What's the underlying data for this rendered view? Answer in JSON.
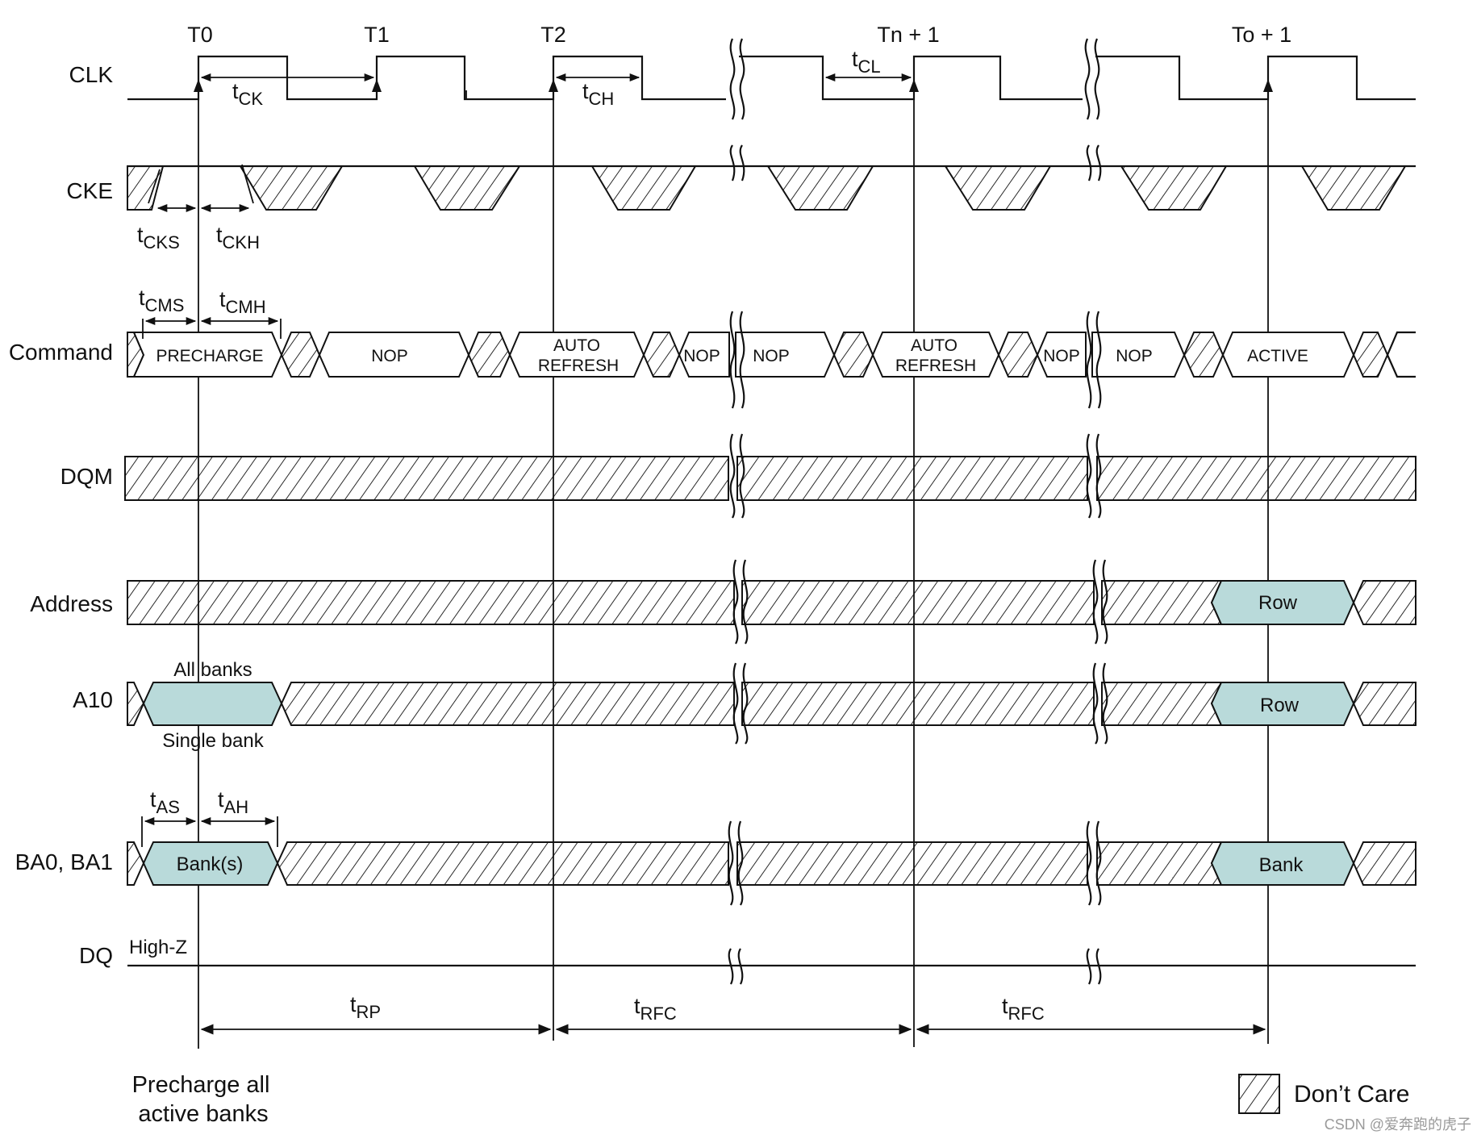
{
  "signals": {
    "clk": "CLK",
    "cke": "CKE",
    "command": "Command",
    "dqm": "DQM",
    "address": "Address",
    "a10": "A10",
    "ba": "BA0, BA1",
    "dq": "DQ"
  },
  "clock_labels": [
    "T0",
    "T1",
    "T2",
    "Tn + 1",
    "To + 1"
  ],
  "params": {
    "tck": {
      "t": "t",
      "sub": "CK"
    },
    "tch": {
      "t": "t",
      "sub": "CH"
    },
    "tcl": {
      "t": "t",
      "sub": "CL"
    },
    "tcks": {
      "t": "t",
      "sub": "CKS"
    },
    "tckh": {
      "t": "t",
      "sub": "CKH"
    },
    "tcms": {
      "t": "t",
      "sub": "CMS"
    },
    "tcmh": {
      "t": "t",
      "sub": "CMH"
    },
    "tas": {
      "t": "t",
      "sub": "AS"
    },
    "tah": {
      "t": "t",
      "sub": "AH"
    },
    "trp": {
      "t": "t",
      "sub": "RP"
    },
    "trfc1": {
      "t": "t",
      "sub": "RFC"
    },
    "trfc2": {
      "t": "t",
      "sub": "RFC"
    }
  },
  "commands": {
    "precharge": "PRECHARGE",
    "nop1": "NOP",
    "auto_refresh1_line1": "AUTO",
    "auto_refresh1_line2": "REFRESH",
    "nop2": "NOP",
    "nop3": "NOP",
    "auto_refresh2_line1": "AUTO",
    "auto_refresh2_line2": "REFRESH",
    "nop4": "NOP",
    "nop5": "NOP",
    "active": "ACTIVE"
  },
  "address_row": "Row",
  "a10_values": {
    "all_banks": "All banks",
    "single_bank": "Single bank",
    "row": "Row"
  },
  "ba_values": {
    "banks": "Bank(s)",
    "bank": "Bank"
  },
  "dq_state": "High-Z",
  "footnote_line1": "Precharge all",
  "footnote_line2": "active banks",
  "legend": "Don’t Care",
  "watermark": "CSDN @爱奔跑的虎子",
  "colors": {
    "valid_fill": "#b9dada",
    "line": "#111111"
  }
}
